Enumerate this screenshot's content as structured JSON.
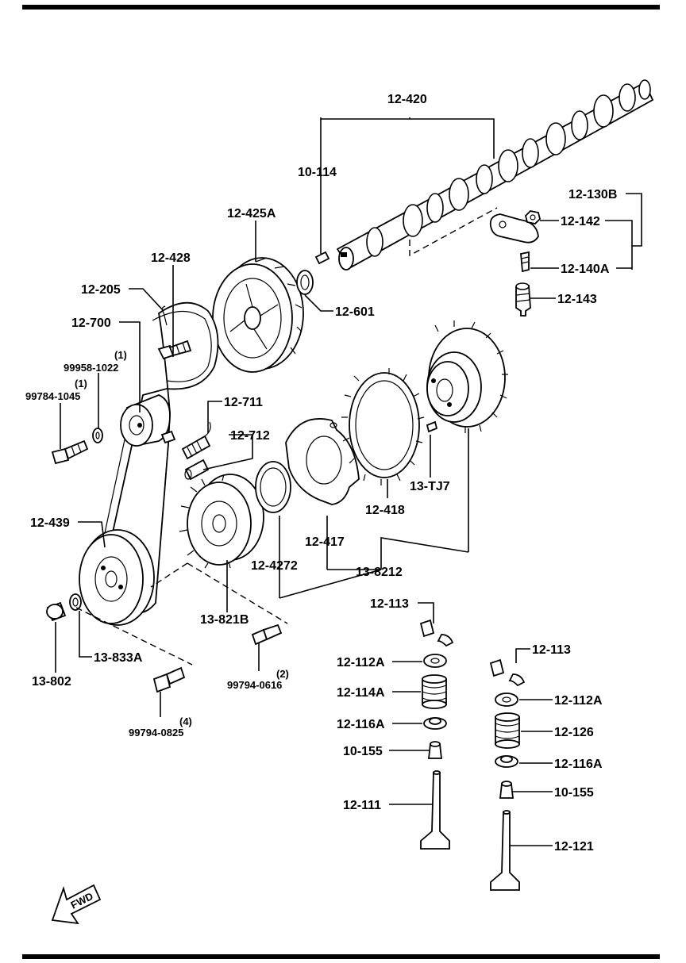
{
  "callouts": {
    "p12_420": "12-420",
    "p10_114": "10-114",
    "p12_130B": "12-130B",
    "p12_142": "12-142",
    "p12_140A": "12-140A",
    "p12_143": "12-143",
    "p12_425A": "12-425A",
    "p12_601": "12-601",
    "p12_428": "12-428",
    "p12_205": "12-205",
    "p12_700": "12-700",
    "p99958_1022": "99958-1022",
    "p99958_qty": "(1)",
    "p99784_1045": "99784-1045",
    "p99784_qty": "(1)",
    "p12_711": "12-711",
    "p12_712": "12-712",
    "p12_439": "12-439",
    "p13_833A": "13-833A",
    "p13_802": "13-802",
    "p13_821B": "13-821B",
    "p99794_0616": "99794-0616",
    "p99794_0616_qty": "(2)",
    "p99794_0825": "99794-0825",
    "p99794_0825_qty": "(4)",
    "p12_4272": "12-4272",
    "p12_417": "12-417",
    "p12_418": "12-418",
    "p13_TJ7": "13-TJ7",
    "p13_8212": "13-8212",
    "p12_113_a": "12-113",
    "p12_112A_a": "12-112A",
    "p12_114A": "12-114A",
    "p12_116A_a": "12-116A",
    "p10_155_a": "10-155",
    "p12_111": "12-111",
    "p12_113_b": "12-113",
    "p12_112A_b": "12-112A",
    "p12_126": "12-126",
    "p12_116A_b": "12-116A",
    "p10_155_b": "10-155",
    "p12_121": "12-121"
  },
  "fwd_label": "FWD",
  "icons": {
    "fwd": "fwd-arrow-icon"
  }
}
